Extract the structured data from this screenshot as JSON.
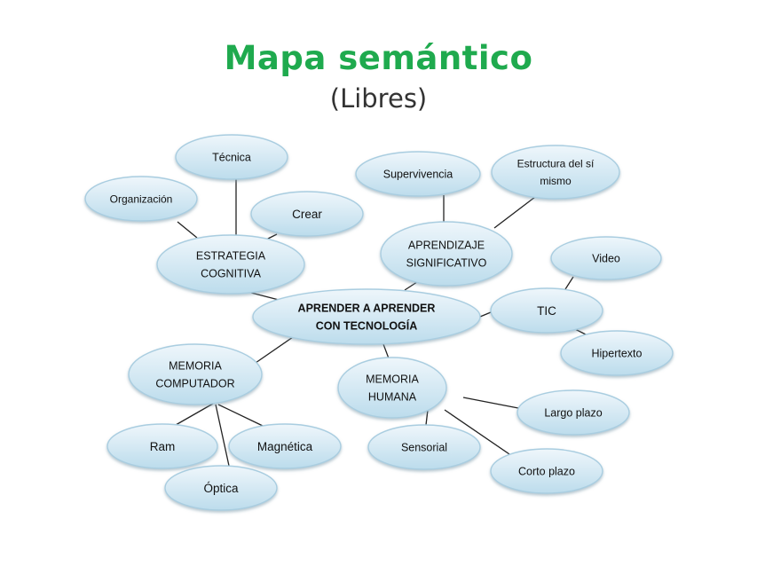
{
  "title": "Mapa semántico",
  "subtitle": "(Libres)",
  "nodes": {
    "center": [
      "APRENDER A APRENDER",
      "CON TECNOLOGÍA"
    ],
    "estrategia": [
      "ESTRATEGIA",
      "COGNITIVA"
    ],
    "tecnica": [
      "Técnica"
    ],
    "organizacion": [
      "Organización"
    ],
    "crear": [
      "Crear"
    ],
    "aprendizaje": [
      "APRENDIZAJE",
      "SIGNIFICATIVO"
    ],
    "supervivencia": [
      "Supervivencia"
    ],
    "estructura": [
      "Estructura del sí",
      "mismo"
    ],
    "tic": [
      "TIC"
    ],
    "video": [
      "Video"
    ],
    "hipertexto": [
      "Hipertexto"
    ],
    "memoria_computador": [
      "MEMORIA",
      "COMPUTADOR"
    ],
    "ram": [
      "Ram"
    ],
    "optica": [
      "Óptica"
    ],
    "magnetica": [
      "Magnética"
    ],
    "memoria_humana": [
      "MEMORIA",
      "HUMANA"
    ],
    "sensorial": [
      "Sensorial"
    ],
    "largo_plazo": [
      "Largo plazo"
    ],
    "corto_plazo": [
      "Corto plazo"
    ]
  },
  "colors": {
    "title": "#1faa4e",
    "node_fill_top": "#eef6fb",
    "node_fill_bottom": "#bcdcec",
    "node_stroke": "#a9cde0",
    "edge": "#222222"
  }
}
